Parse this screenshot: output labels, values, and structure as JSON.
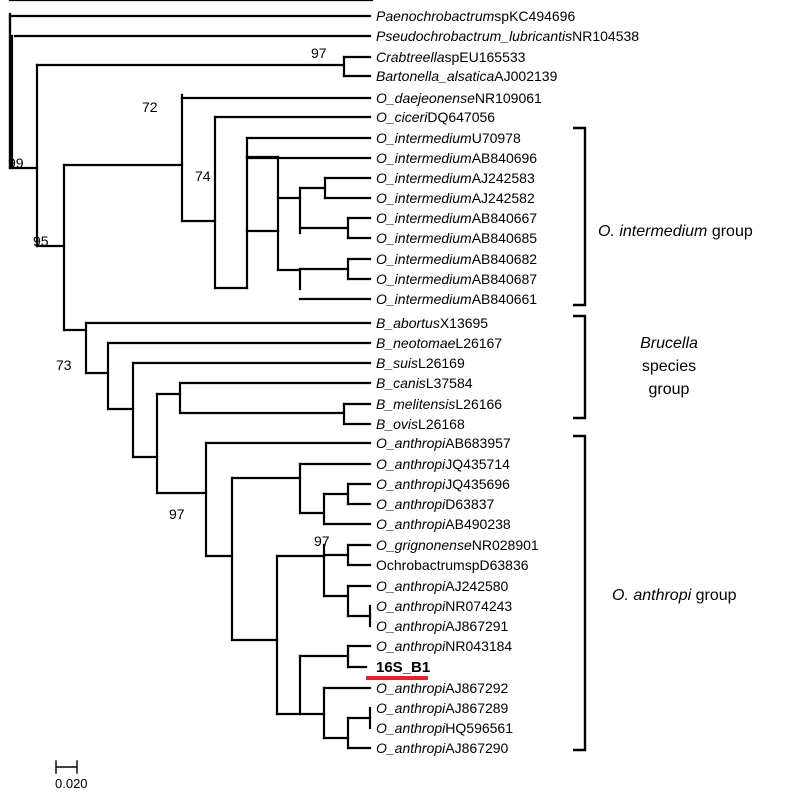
{
  "taxa": [
    {
      "id": "t1",
      "species": "Paenochrobactrum",
      "suffix": "spKC494696"
    },
    {
      "id": "t2",
      "species": "Pseudochrobactrum_lubricantis",
      "suffix": "NR104538"
    },
    {
      "id": "t3",
      "species": "Crabtreella",
      "suffix": "spEU165533"
    },
    {
      "id": "t4",
      "species": "Bartonella_alsatica",
      "suffix": "AJ002139"
    },
    {
      "id": "t5",
      "species": "O_daejeonense",
      "suffix": "NR109061"
    },
    {
      "id": "t6",
      "species": "O_ciceri",
      "suffix": "DQ647056"
    },
    {
      "id": "t7",
      "species": "O_intermedium",
      "suffix": "U70978"
    },
    {
      "id": "t8",
      "species": "O_intermedium",
      "suffix": "AB840696"
    },
    {
      "id": "t9",
      "species": "O_intermedium",
      "suffix": "AJ242583"
    },
    {
      "id": "t10",
      "species": "O_intermedium",
      "suffix": "AJ242582"
    },
    {
      "id": "t11",
      "species": "O_intermedium",
      "suffix": "AB840667"
    },
    {
      "id": "t12",
      "species": "O_intermedium",
      "suffix": "AB840685"
    },
    {
      "id": "t13",
      "species": "O_intermedium",
      "suffix": "AB840682"
    },
    {
      "id": "t14",
      "species": "O_intermedium",
      "suffix": "AB840687"
    },
    {
      "id": "t15",
      "species": "O_intermedium",
      "suffix": "AB840661"
    },
    {
      "id": "t16",
      "species": "B_abortus",
      "suffix": "X13695"
    },
    {
      "id": "t17",
      "species": "B_neotomae",
      "suffix": "L26167"
    },
    {
      "id": "t18",
      "species": "B_suis",
      "suffix": "L26169"
    },
    {
      "id": "t19",
      "species": "B_canis",
      "suffix": "L37584"
    },
    {
      "id": "t20",
      "species": "B_melitensis",
      "suffix": "L26166"
    },
    {
      "id": "t21",
      "species": "B_ovis",
      "suffix": "L26168"
    },
    {
      "id": "t22",
      "species": "O_anthropi",
      "suffix": "AB683957"
    },
    {
      "id": "t23",
      "species": "O_anthropi",
      "suffix": "JQ435714"
    },
    {
      "id": "t24",
      "species": "O_anthropi",
      "suffix": "JQ435696"
    },
    {
      "id": "t25",
      "species": "O_anthropi",
      "suffix": "D63837"
    },
    {
      "id": "t26",
      "species": "O_anthropi",
      "suffix": "AB490238"
    },
    {
      "id": "t27",
      "species": "O_grignonense",
      "suffix": "NR028901"
    },
    {
      "id": "t28",
      "species": "",
      "suffix": "OchrobactrumspD63836"
    },
    {
      "id": "t29",
      "species": "O_anthropi",
      "suffix": "AJ242580"
    },
    {
      "id": "t30",
      "species": "O_anthropi",
      "suffix": "NR074243"
    },
    {
      "id": "t31",
      "species": "O_anthropi",
      "suffix": "AJ867291"
    },
    {
      "id": "t32",
      "species": "O_anthropi",
      "suffix": "NR043184"
    },
    {
      "id": "t33",
      "species": "",
      "suffix": "16S_B1",
      "highlight": true
    },
    {
      "id": "t34",
      "species": "O_anthropi",
      "suffix": "AJ867292"
    },
    {
      "id": "t35",
      "species": "O_anthropi",
      "suffix": "AJ867289"
    },
    {
      "id": "t36",
      "species": "O_anthropi",
      "suffix": "HQ596561"
    },
    {
      "id": "t37",
      "species": "O_anthropi",
      "suffix": "AJ867290"
    }
  ],
  "bootstrap": {
    "b97_top": "97",
    "b72": "72",
    "b99": "99",
    "b74": "74",
    "b95": "95",
    "b73": "73",
    "b97_mid": "97",
    "b97_grig": "97"
  },
  "groups": {
    "intermedium": {
      "italic": "O. intermedium",
      "rest": " group"
    },
    "brucella": {
      "line1": "Brucella",
      "line2": "species",
      "line3": "group"
    },
    "anthropi": {
      "italic": "O. anthropi",
      "rest": " group"
    }
  },
  "scale_bar": {
    "label": "0.020"
  },
  "colors": {
    "highlight": "#e8202a",
    "ink": "#000000"
  }
}
